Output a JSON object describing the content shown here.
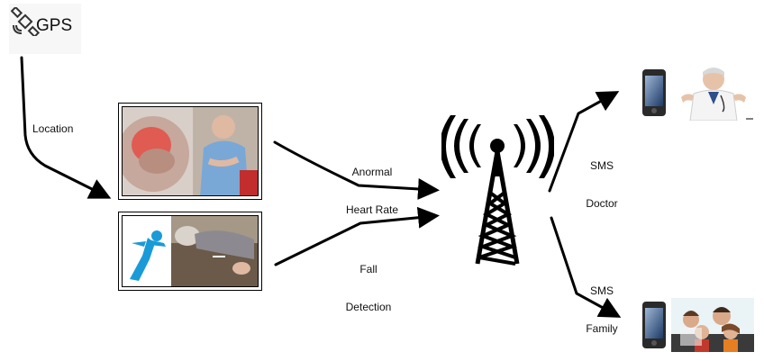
{
  "gps": {
    "label": "GPS",
    "icon": "satellite-icon"
  },
  "labels": {
    "location": "Location",
    "heart_line1": "Anormal",
    "heart_line2": "Heart Rate",
    "fall_line1": "Fall",
    "fall_line2": "Detection",
    "sms_doctor_line1": "SMS",
    "sms_doctor_line2": "Doctor",
    "sms_family_line1": "SMS",
    "sms_family_line2": "Family"
  },
  "images": {
    "heart": "heart-attack-photo",
    "fall": "fall-detection-photo",
    "tower": "cell-tower-icon",
    "doctor": "doctor-photo",
    "family": "family-photo",
    "phone": "mobile-phone-icon"
  },
  "colors": {
    "accent": "#1a9bd7",
    "pain": "#e8423a",
    "line": "#000000"
  }
}
